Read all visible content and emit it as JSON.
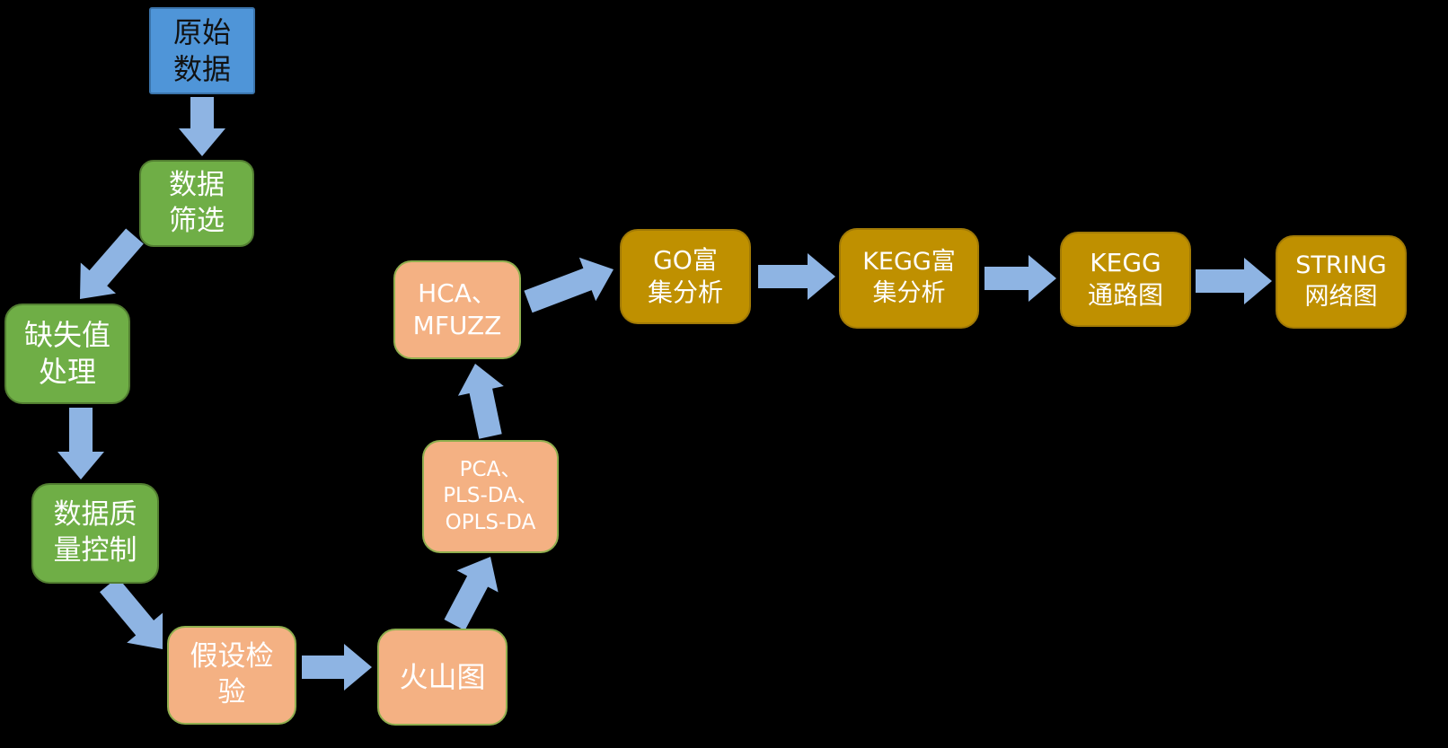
{
  "diagram": {
    "description": "Omics data analysis workflow flowchart"
  },
  "nodes": [
    {
      "id": "raw-data",
      "label": "原始\n数据",
      "color": "blue"
    },
    {
      "id": "data-filter",
      "label": "数据\n筛选",
      "color": "green"
    },
    {
      "id": "missing-value",
      "label": "缺失值\n处理",
      "color": "green"
    },
    {
      "id": "quality-control",
      "label": "数据质\n量控制",
      "color": "green"
    },
    {
      "id": "hypothesis-test",
      "label": "假设检\n验",
      "color": "peach"
    },
    {
      "id": "volcano-plot",
      "label": "火山图",
      "color": "peach"
    },
    {
      "id": "pca-models",
      "label": "PCA、\nPLS-DA、\nOPLS-DA",
      "color": "peach"
    },
    {
      "id": "hca-mfuzz",
      "label": "HCA、\nMFUZZ",
      "color": "peach"
    },
    {
      "id": "go-enrichment",
      "label": "GO富\n集分析",
      "color": "gold"
    },
    {
      "id": "kegg-enrichment",
      "label": "KEGG富\n集分析",
      "color": "gold"
    },
    {
      "id": "kegg-pathway",
      "label": "KEGG\n通路图",
      "color": "gold"
    },
    {
      "id": "string-network",
      "label": "STRING\n网络图",
      "color": "gold"
    }
  ],
  "edges": [
    {
      "from": "raw-data",
      "to": "data-filter"
    },
    {
      "from": "data-filter",
      "to": "missing-value"
    },
    {
      "from": "missing-value",
      "to": "quality-control"
    },
    {
      "from": "quality-control",
      "to": "hypothesis-test"
    },
    {
      "from": "hypothesis-test",
      "to": "volcano-plot"
    },
    {
      "from": "volcano-plot",
      "to": "pca-models"
    },
    {
      "from": "pca-models",
      "to": "hca-mfuzz"
    },
    {
      "from": "hca-mfuzz",
      "to": "go-enrichment"
    },
    {
      "from": "go-enrichment",
      "to": "kegg-enrichment"
    },
    {
      "from": "kegg-enrichment",
      "to": "kegg-pathway"
    },
    {
      "from": "kegg-pathway",
      "to": "string-network"
    }
  ],
  "colors": {
    "background": "#000000",
    "blue_fill": "#4f95d8",
    "blue_border": "#3b74ab",
    "green_fill": "#6fae46",
    "green_border": "#527e31",
    "peach_fill": "#f4b183",
    "peach_border": "#8fae4e",
    "gold_fill": "#bf9000",
    "gold_border": "#a17a06",
    "arrow": "#8eb4e3",
    "text_light": "#ffffff",
    "text_dark": "#111111"
  }
}
